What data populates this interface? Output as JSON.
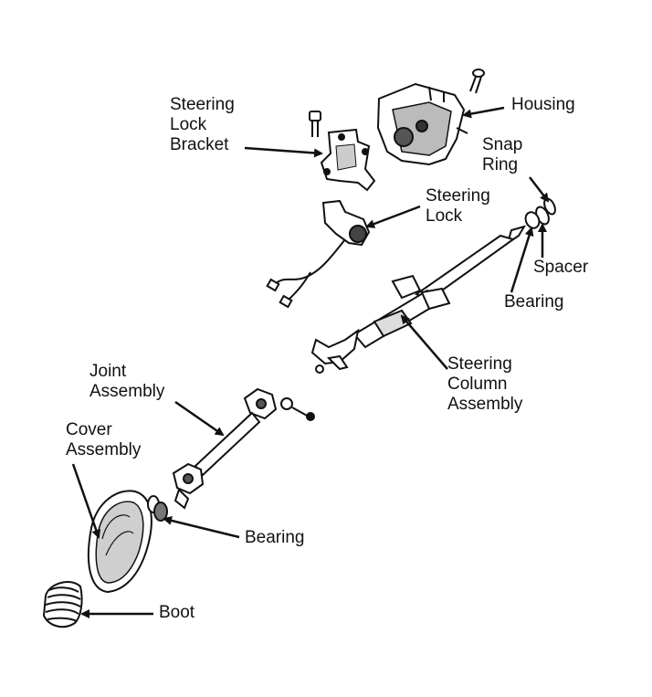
{
  "diagram": {
    "colors": {
      "ink": "#111111",
      "paper": "#ffffff",
      "shade": "#9a9a9a"
    },
    "labels": {
      "housing": [
        "Housing"
      ],
      "steering_lock_bracket": [
        "Steering",
        "Lock",
        "Bracket"
      ],
      "snap_ring": [
        "Snap",
        "Ring"
      ],
      "steering_lock": [
        "Steering",
        "Lock"
      ],
      "spacer": [
        "Spacer"
      ],
      "bearing_upper": [
        "Bearing"
      ],
      "steering_column_assembly": [
        "Steering",
        "Column",
        "Assembly"
      ],
      "joint_assembly": [
        "Joint",
        "Assembly"
      ],
      "cover_assembly": [
        "Cover",
        "Assembly"
      ],
      "bearing_lower": [
        "Bearing"
      ],
      "boot": [
        "Boot"
      ]
    }
  }
}
